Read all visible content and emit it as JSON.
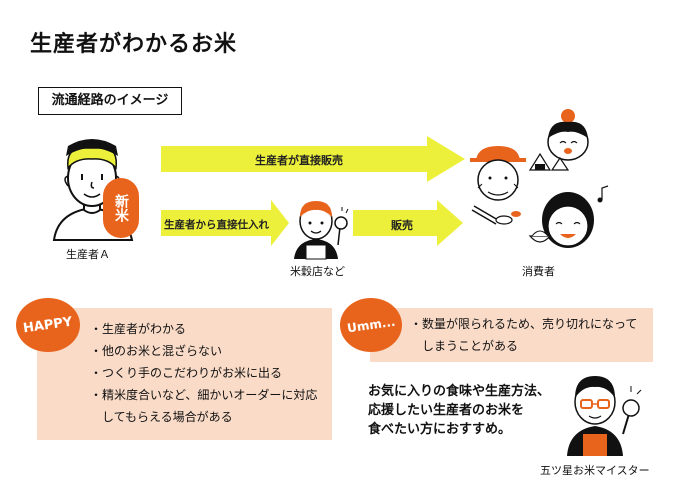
{
  "title": "生産者がわかるお米",
  "route_label": "流通経路のイメージ",
  "arrows": {
    "direct_sales": "生産者が直接販売",
    "direct_purchase": "生産者から直接仕入れ",
    "sales": "販売"
  },
  "actors": {
    "producer": "生産者Ａ",
    "producer_badge": "新米",
    "rice_shop": "米穀店など",
    "consumer": "消費者",
    "meister": "五ツ星お米マイスター"
  },
  "happy": {
    "badge": "HAPPY",
    "items": [
      "・生産者がわかる",
      "・他のお米と混ざらない",
      "・つくり手のこだわりがお米に出る",
      "・精米度合いなど、細かいオーダーに対応",
      "　してもらえる場合がある"
    ]
  },
  "umm": {
    "badge": "Umm...",
    "items": [
      "・数量が限られるため、売り切れになって",
      "　しまうことがある"
    ]
  },
  "recommendation": [
    "お気に入りの食味や生産方法、",
    "応援したい生産者のお米を",
    "食べたい方におすすめ。"
  ],
  "colors": {
    "accent": "#e8641d",
    "arrow": "#ecf03a",
    "panel": "#f9dbc8"
  }
}
